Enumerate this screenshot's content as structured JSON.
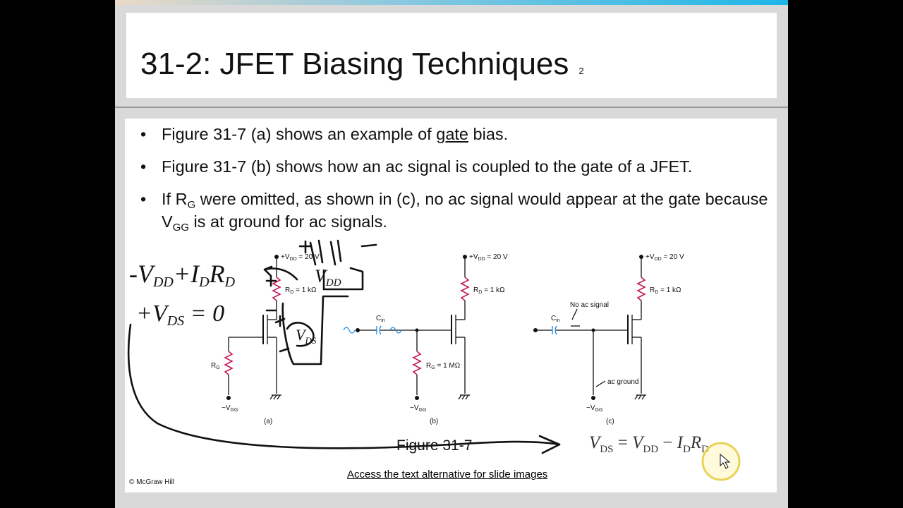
{
  "slide": {
    "title": "31-2: JFET Biasing Techniques",
    "slide_number": "2",
    "bullets": [
      {
        "pre": "Figure 31-7 (a) shows an example of ",
        "u": "gate",
        "post": " bias."
      },
      {
        "text": "Figure 31-7 (b) shows how an ac signal is coupled to the gate of a JFET."
      },
      {
        "p1": "If R",
        "s1": "G",
        "p2": " were omitted, as shown in (c), no ac signal would appear at the gate because V",
        "s2": "GG",
        "p3": " is at ground for ac signals."
      }
    ],
    "figure": {
      "caption": "Figure 31-7",
      "labels": {
        "vdd_pre": "+V",
        "vdd_sub": "DD",
        "vdd_post": " = 20 V",
        "rd_pre": "R",
        "rd_sub": "D",
        "rd_post": " = 1 kΩ",
        "rg_pre": "R",
        "rg_sub": "G",
        "rg1m_post": " = 1 MΩ",
        "vgg_pre": "−V",
        "vgg_sub": "GG",
        "cin_pre": "C",
        "cin_sub": "in",
        "no_ac": "No ac signal",
        "ac_ground": "ac ground",
        "part_a": "(a)",
        "part_b": "(b)",
        "part_c": "(c)"
      }
    },
    "equation": {
      "v": "V",
      "ds": "DS",
      "eq": " = ",
      "v2": "V",
      "dd": "DD",
      "minus": " − ",
      "i": "I",
      "d1": "D",
      "r": "R",
      "d2": "D"
    },
    "access_link": "Access the text alternative for slide images",
    "copyright": "© McGraw Hill"
  },
  "annotations": {
    "line1_a": "-V",
    "line1_a_sub": "DD",
    "line1_b": "+I",
    "line1_b_sub": "D",
    "line1_c": "R",
    "line1_c_sub": "D",
    "line2_a": "+V",
    "line2_a_sub": "DS",
    "line2_b": " = 0",
    "vdd_ann": "V",
    "vdd_ann_sub": "DD",
    "vds_ann": "V",
    "vds_ann_sub": "DS"
  }
}
